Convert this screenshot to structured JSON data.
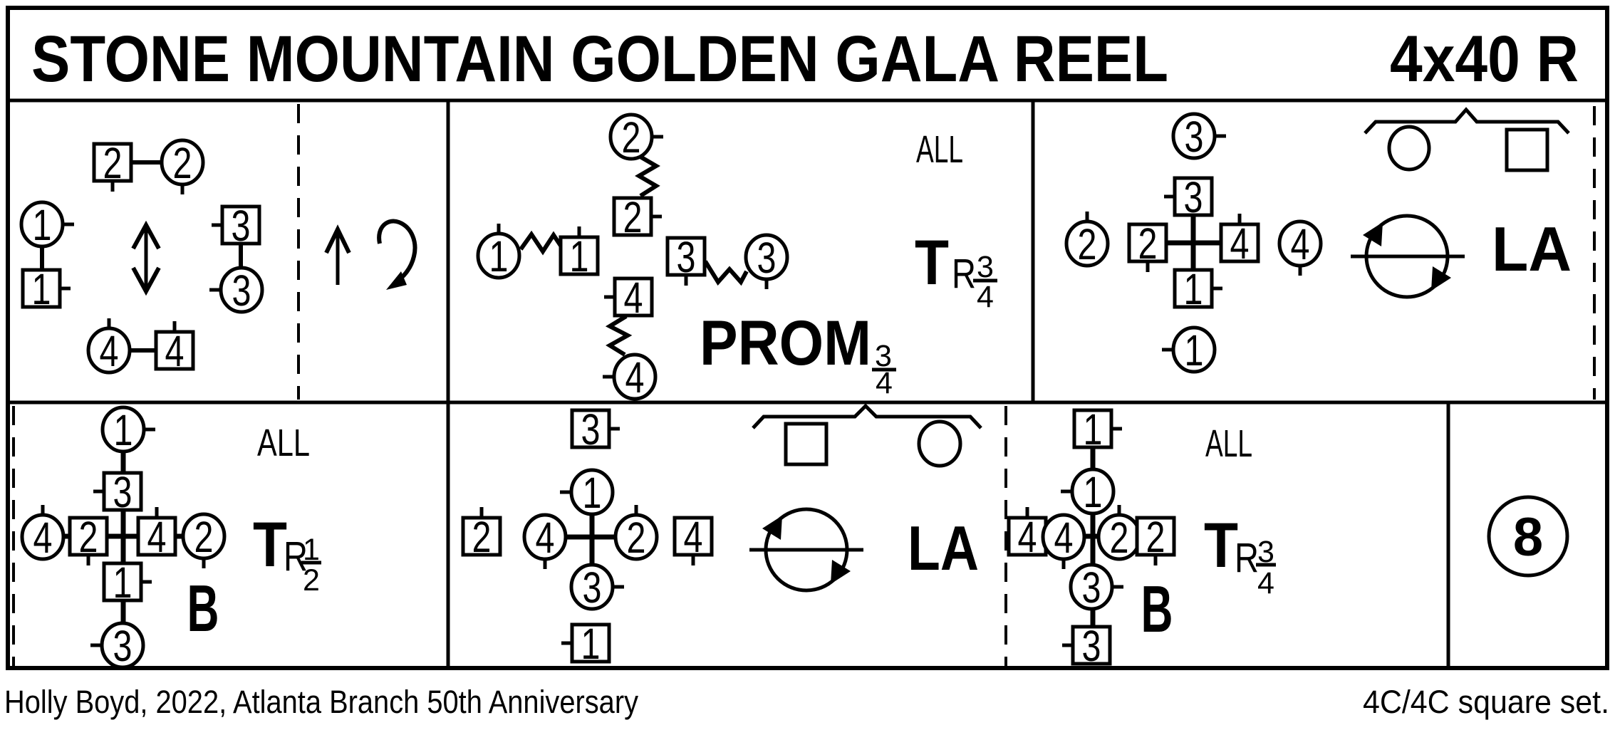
{
  "title": "STONE MOUNTAIN GOLDEN GALA REEL",
  "repeats": "4x40 R",
  "footer": {
    "credit": "Holly Boyd, 2022, Atlanta Branch 50th Anniversary",
    "set_info": "4C/4C  square set."
  },
  "colors": {
    "ink": "#000000",
    "paper": "#ffffff"
  },
  "figures": [
    {
      "id": "start-positions",
      "dancers": [
        {
          "shape": "square",
          "label": "2",
          "facing": "down"
        },
        {
          "shape": "circle",
          "label": "2",
          "facing": "down"
        },
        {
          "shape": "circle",
          "label": "1",
          "facing": "right"
        },
        {
          "shape": "square",
          "label": "1",
          "facing": "right"
        },
        {
          "shape": "square",
          "label": "3",
          "facing": "left"
        },
        {
          "shape": "circle",
          "label": "3",
          "facing": "left"
        },
        {
          "shape": "circle",
          "label": "4",
          "facing": "up"
        },
        {
          "shape": "square",
          "label": "4",
          "facing": "up"
        }
      ]
    },
    {
      "id": "promenade",
      "labels": {
        "all": "ALL",
        "turn": "T",
        "hand": "R",
        "turn_num": "3",
        "turn_den": "4",
        "figure": "PROM",
        "num": "3",
        "den": "4"
      },
      "dancers": [
        {
          "shape": "circle",
          "label": "2",
          "facing": "right"
        },
        {
          "shape": "square",
          "label": "2",
          "facing": "right"
        },
        {
          "shape": "circle",
          "label": "1",
          "facing": "up"
        },
        {
          "shape": "square",
          "label": "1",
          "facing": "up"
        },
        {
          "shape": "square",
          "label": "3",
          "facing": "down"
        },
        {
          "shape": "circle",
          "label": "3",
          "facing": "down"
        },
        {
          "shape": "square",
          "label": "4",
          "facing": "left"
        },
        {
          "shape": "circle",
          "label": "4",
          "facing": "left"
        }
      ]
    },
    {
      "id": "hands-across-top",
      "labels": {
        "figure": "LA"
      },
      "dancers": [
        {
          "shape": "circle",
          "label": "3",
          "facing": "right"
        },
        {
          "shape": "square",
          "label": "3",
          "facing": "left"
        },
        {
          "shape": "circle",
          "label": "2",
          "facing": "up"
        },
        {
          "shape": "square",
          "label": "2",
          "facing": "down"
        },
        {
          "shape": "square",
          "label": "4",
          "facing": "up"
        },
        {
          "shape": "circle",
          "label": "4",
          "facing": "down"
        },
        {
          "shape": "square",
          "label": "1",
          "facing": "right"
        },
        {
          "shape": "circle",
          "label": "1",
          "facing": "left"
        }
      ]
    },
    {
      "id": "turn-right-half",
      "labels": {
        "all": "ALL",
        "turn": "T",
        "hand": "R",
        "num": "1",
        "den": "2",
        "bow": "B"
      },
      "dancers": [
        {
          "shape": "circle",
          "label": "1",
          "facing": "right"
        },
        {
          "shape": "square",
          "label": "3",
          "facing": "left"
        },
        {
          "shape": "circle",
          "label": "4",
          "facing": "up"
        },
        {
          "shape": "square",
          "label": "2",
          "facing": "down"
        },
        {
          "shape": "square",
          "label": "4",
          "facing": "up"
        },
        {
          "shape": "circle",
          "label": "2",
          "facing": "down"
        },
        {
          "shape": "square",
          "label": "1",
          "facing": "right"
        },
        {
          "shape": "circle",
          "label": "3",
          "facing": "left"
        }
      ]
    },
    {
      "id": "hands-across-bottom",
      "labels": {
        "figure": "LA"
      },
      "dancers": [
        {
          "shape": "square",
          "label": "3",
          "facing": "right"
        },
        {
          "shape": "circle",
          "label": "1",
          "facing": "left"
        },
        {
          "shape": "square",
          "label": "2",
          "facing": "up"
        },
        {
          "shape": "circle",
          "label": "4",
          "facing": "down"
        },
        {
          "shape": "circle",
          "label": "2",
          "facing": "up"
        },
        {
          "shape": "square",
          "label": "4",
          "facing": "down"
        },
        {
          "shape": "circle",
          "label": "3",
          "facing": "right"
        },
        {
          "shape": "square",
          "label": "1",
          "facing": "left"
        }
      ]
    },
    {
      "id": "turn-right-three-quarters",
      "labels": {
        "all": "ALL",
        "turn": "T",
        "hand": "R",
        "num": "3",
        "den": "4",
        "bow": "B"
      },
      "dancers": [
        {
          "shape": "square",
          "label": "1",
          "facing": "right"
        },
        {
          "shape": "circle",
          "label": "1",
          "facing": "left"
        },
        {
          "shape": "square",
          "label": "4",
          "facing": "up"
        },
        {
          "shape": "circle",
          "label": "4",
          "facing": "down"
        },
        {
          "shape": "circle",
          "label": "2",
          "facing": "up"
        },
        {
          "shape": "square",
          "label": "2",
          "facing": "down"
        },
        {
          "shape": "circle",
          "label": "3",
          "facing": "right"
        },
        {
          "shape": "square",
          "label": "3",
          "facing": "left"
        }
      ]
    },
    {
      "id": "repeat-bars",
      "label": "8"
    }
  ]
}
